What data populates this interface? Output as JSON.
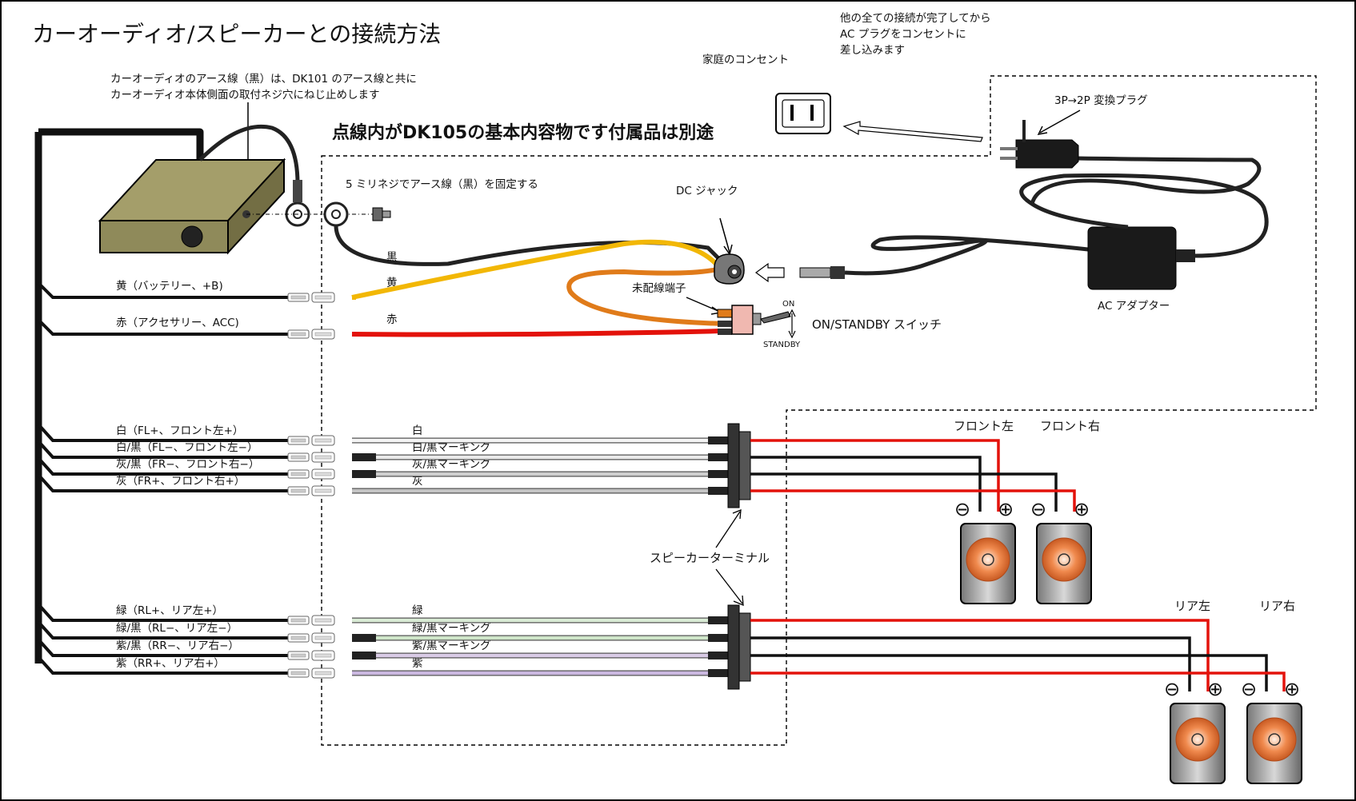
{
  "title": "カーオーディオ/スピーカーとの接続方法",
  "ground_note": {
    "line1": "カーオーディオのアース線（黒）は、DK101 のアース線と共に",
    "line2": "カーオーディオ本体側面の取付ネジ穴にねじ止めします"
  },
  "ac_note": {
    "line1": "他の全ての接続が完了してから",
    "line2": "AC プラグをコンセントに",
    "line3": "差し込みます"
  },
  "outlet_label": "家庭のコンセント",
  "plug_label": "3P→2P 変換プラグ",
  "kit_label": "点線内がDK105の基本内容物です付属品は別途",
  "screw_label": "5 ミリネジでアース線（黒）を固定する",
  "dc_jack_label": "DC ジャック",
  "unused_terminal_label": "未配線端子",
  "switch_label": "ON/STANDBY スイッチ",
  "switch_on": "ON",
  "switch_standby": "STANDBY",
  "adapter_label": "AC アダプター",
  "speaker_terminal_label": "スピーカーターミナル",
  "power_wires": [
    {
      "left": "黄（バッテリー、+B)",
      "right": "黄",
      "color": "#f2b705"
    },
    {
      "left": "赤（アクセサリー、ACC)",
      "right": "赤",
      "color": "#e3120b"
    }
  ],
  "black_wire_label": "黒",
  "front_wires": [
    {
      "left": "白（FL+、フロント左+）",
      "right": "白"
    },
    {
      "left": "白/黒（FL−、フロント左−）",
      "right": "白/黒マーキング"
    },
    {
      "left": "灰/黒（FR−、フロント右−）",
      "right": "灰/黒マーキング"
    },
    {
      "left": "灰（FR+、フロント右+）",
      "right": "灰"
    }
  ],
  "rear_wires": [
    {
      "left": "緑（RL+、リア左+）",
      "right": "緑"
    },
    {
      "left": "緑/黒（RL−、リア左−）",
      "right": "緑/黒マーキング"
    },
    {
      "left": "紫/黒（RR−、リア右−）",
      "right": "紫/黒マーキング"
    },
    {
      "left": "紫（RR+、リア右+）",
      "right": "紫"
    }
  ],
  "speakers": [
    {
      "label": "フロント左",
      "minus": "⊖",
      "plus": "⊕"
    },
    {
      "label": "フロント右",
      "minus": "⊖",
      "plus": "⊕"
    },
    {
      "label": "リア左",
      "minus": "⊖",
      "plus": "⊕"
    },
    {
      "label": "リア右",
      "minus": "⊖",
      "plus": "⊕"
    }
  ],
  "colors": {
    "black_wire": "#222222",
    "yellow_wire": "#f2b705",
    "orange_wire": "#e07b1a",
    "red_wire": "#e3120b",
    "head_unit": "#8f8a5a",
    "speaker_cone": "#e8743a",
    "switch": "#f0b8b0"
  }
}
